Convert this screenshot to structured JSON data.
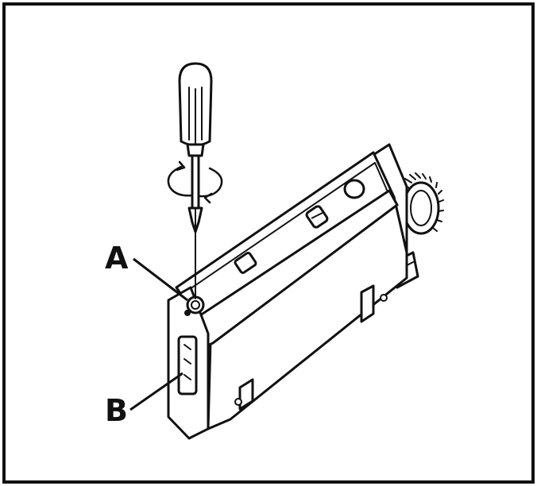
{
  "labels": {
    "a": "A",
    "b": "B"
  },
  "colors": {
    "ink": "#111111",
    "paper": "#ffffff"
  },
  "icons": {
    "tool": "screwdriver-icon",
    "rotation": "rotation-arrows-icon",
    "device": "sensor-amplifier-illustration"
  }
}
